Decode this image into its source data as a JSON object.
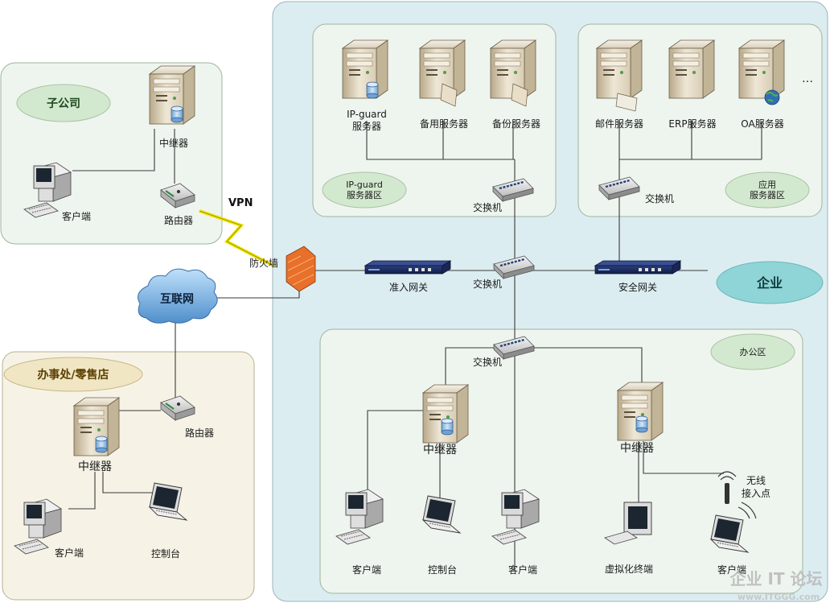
{
  "zones": {
    "enterprise": "企业",
    "subsidiary": "子公司",
    "office_store": "办事处/零售店",
    "ipguard_zone": "IP-guard\n服务器区",
    "app_zone": "应用\n服务器区",
    "office_area": "办公区"
  },
  "servers": {
    "ipguard": "IP-guard\n服务器",
    "backup_standby": "备用服务器",
    "backup": "备份服务器",
    "mail": "邮件服务器",
    "erp": "ERP服务器",
    "oa": "OA服务器",
    "ellipsis": "…"
  },
  "network": {
    "switch_ipguard": "交换机",
    "switch_app": "交换机",
    "switch_core": "交换机",
    "switch_office": "交换机",
    "firewall": "防火墙",
    "access_gateway": "准入网关",
    "security_gateway": "安全网关",
    "internet": "互联网",
    "vpn": "VPN"
  },
  "subsidiary": {
    "relay": "中继器",
    "router": "路由器",
    "client": "客户端"
  },
  "office_store": {
    "relay": "中继器",
    "router": "路由器",
    "client": "客户端",
    "console": "控制台"
  },
  "office": {
    "relay_left": "中继器",
    "relay_right": "中继器",
    "client1": "客户端",
    "console": "控制台",
    "client2": "客户端",
    "virtual_terminal": "虚拟化终端",
    "wireless_ap": "无线\n接入点",
    "client3": "客户端"
  },
  "watermark": {
    "title": "企业 IT 论坛",
    "url": "www.ITGGG.com"
  },
  "colors": {
    "enterprise_bg": "#dcedf1",
    "zone_bg": "#eef5ee",
    "store_bg": "#f6f3e6",
    "enterprise_pill": "#8fd4d6",
    "firewall": "#e8702a",
    "vpn_bolt": "#f0e400",
    "cloud": "#5f9fd6"
  }
}
